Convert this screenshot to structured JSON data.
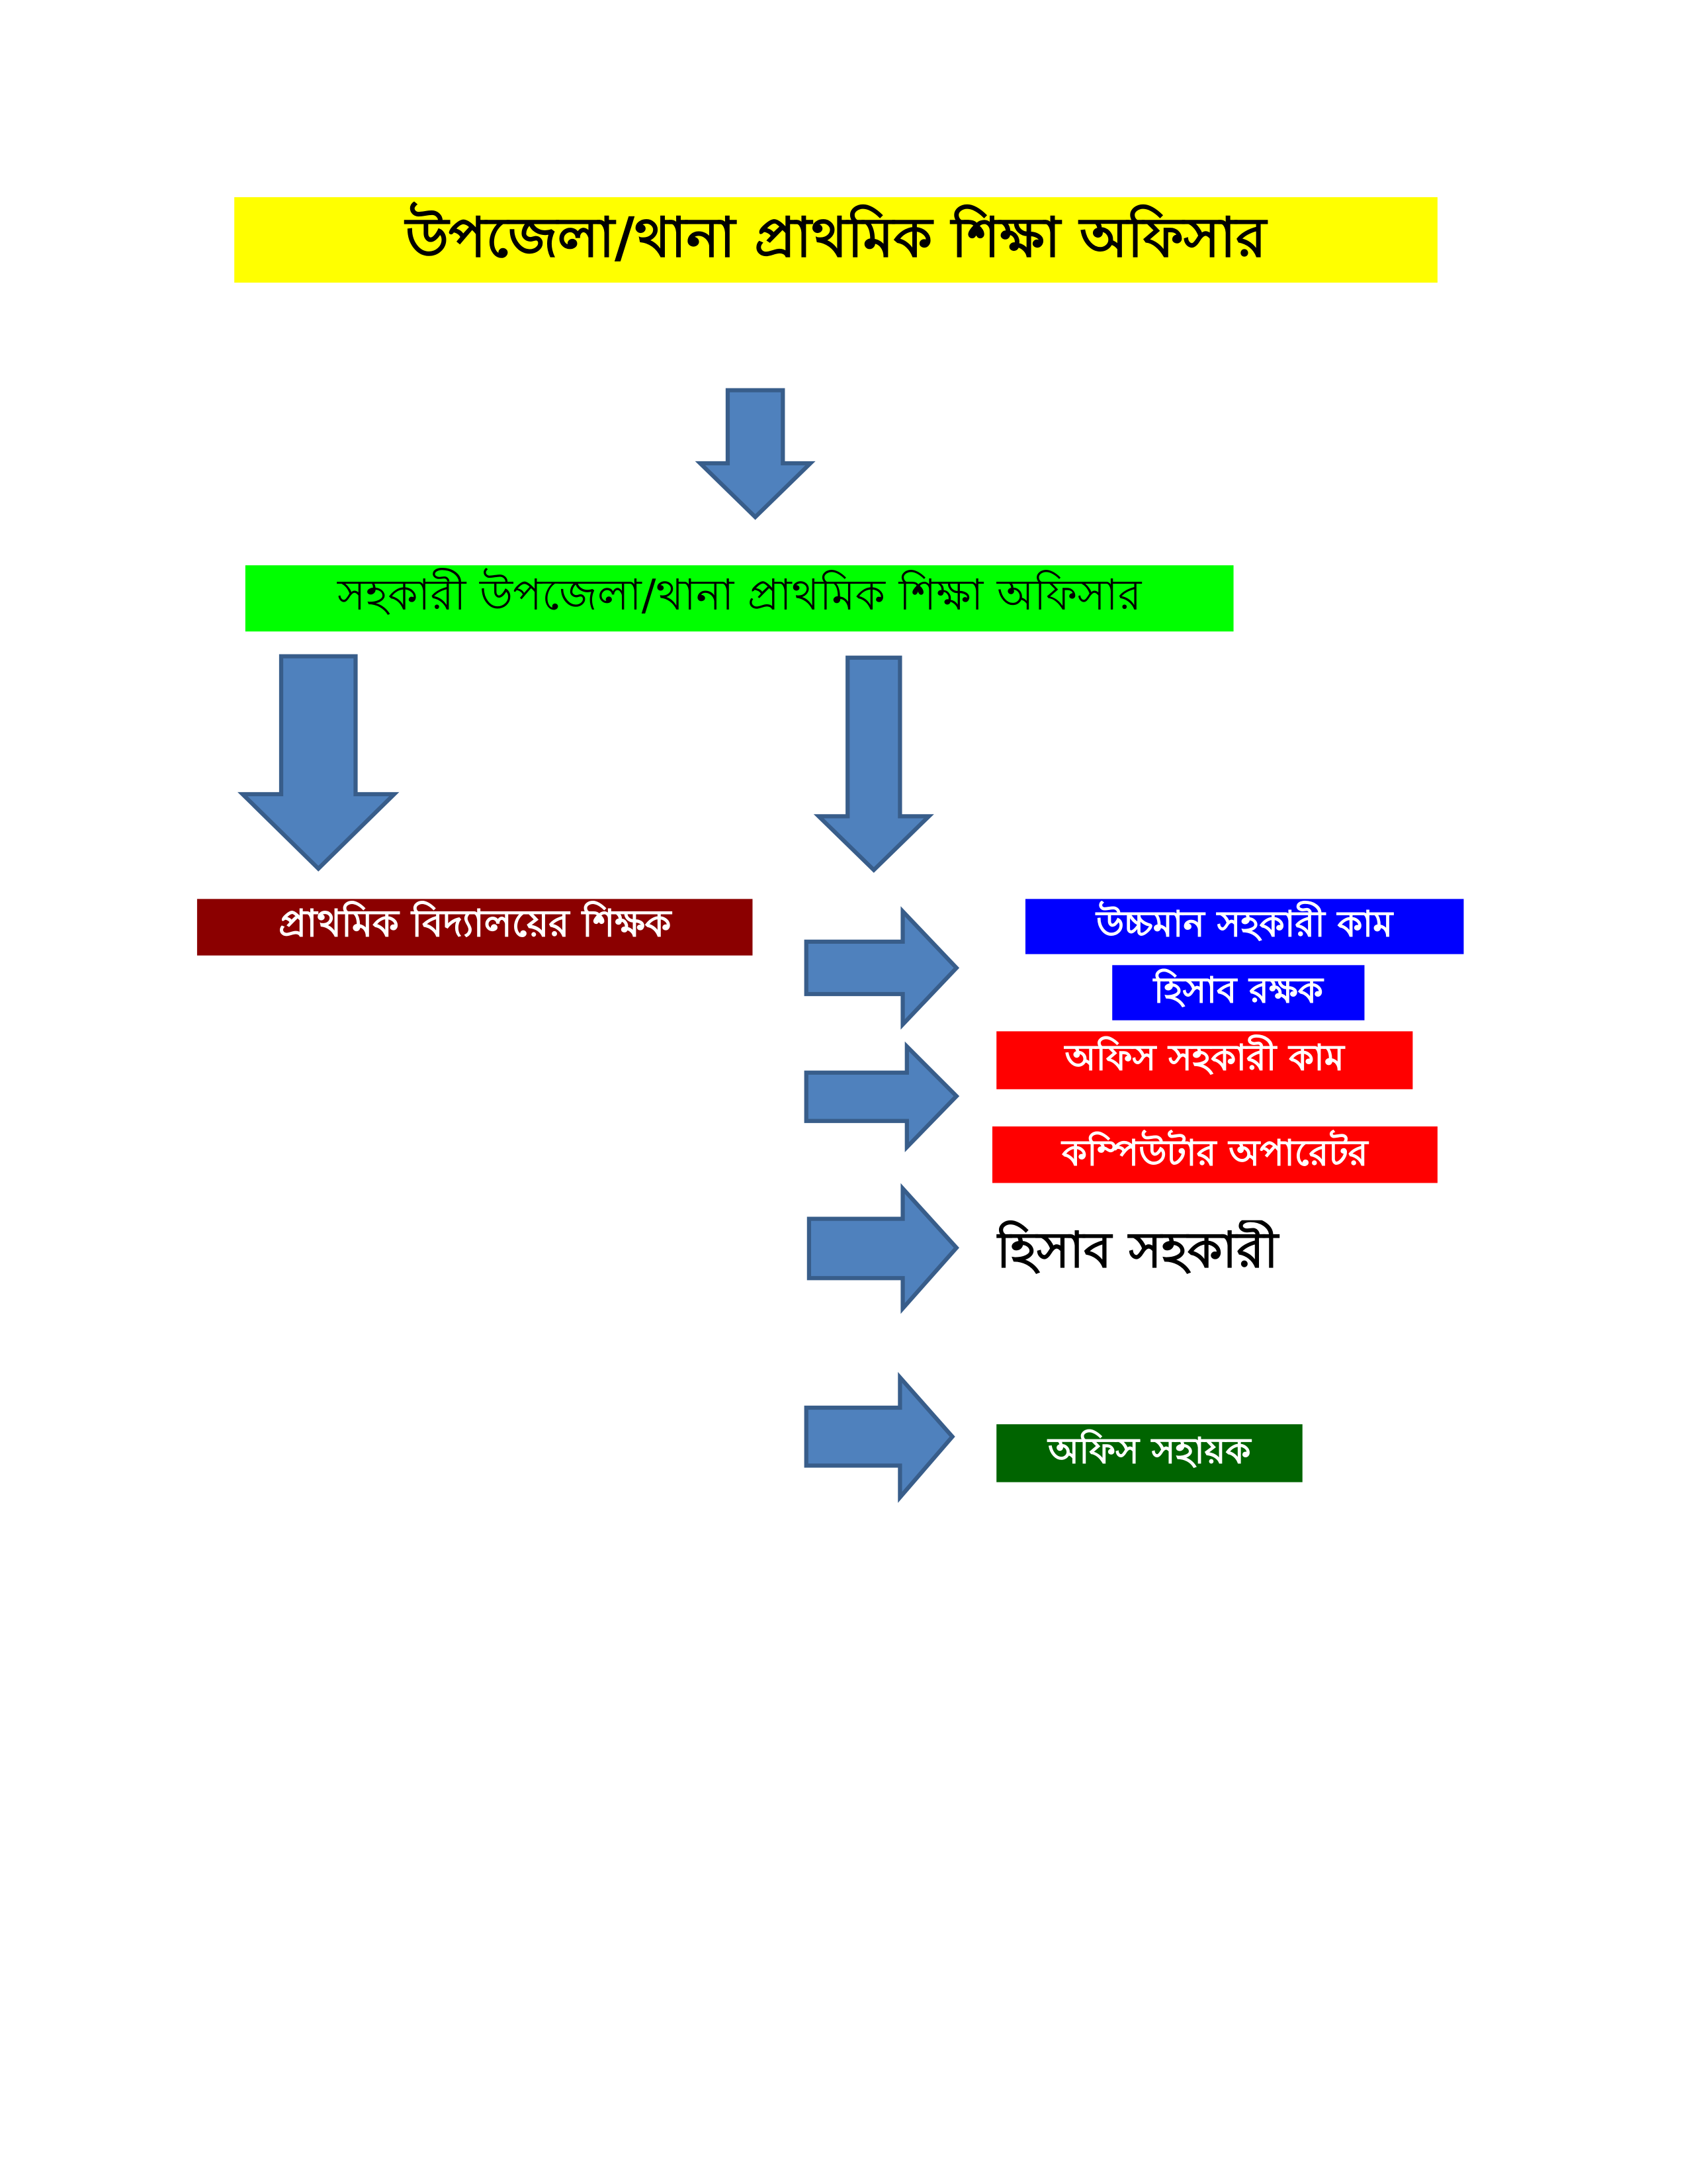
{
  "colors": {
    "arrow_fill": "#4f81bd",
    "arrow_stroke": "#385d8a",
    "top_bg": "#ffff00",
    "assistant_bg": "#00ff00",
    "teacher_bg": "#8b0000",
    "upper_clerk_bg": "#0000ff",
    "office_asst_bg": "#ff0000",
    "office_helper_bg": "#006400"
  },
  "nodes": {
    "top_officer": "উপজেলা/থানা প্রাথমিক শিক্ষা অফিসার",
    "assistant_officer": "সহকারী উপজেলা/থানা প্রাথমিক শিক্ষা অফিসার",
    "teacher": "প্রাথমিক বিদ্যালয়ের শিক্ষক",
    "upper_clerk_line1": "উচ্চমান সহকারী কাম",
    "upper_clerk_line2": "হিসাব রক্ষক",
    "office_assistant_line1": "অফিস সহকারী কাম",
    "office_assistant_line2": "কম্পিউটার অপারেটর",
    "accounts_assistant": "হিসাব সহকারী",
    "office_helper": "অফিস সহায়ক"
  }
}
